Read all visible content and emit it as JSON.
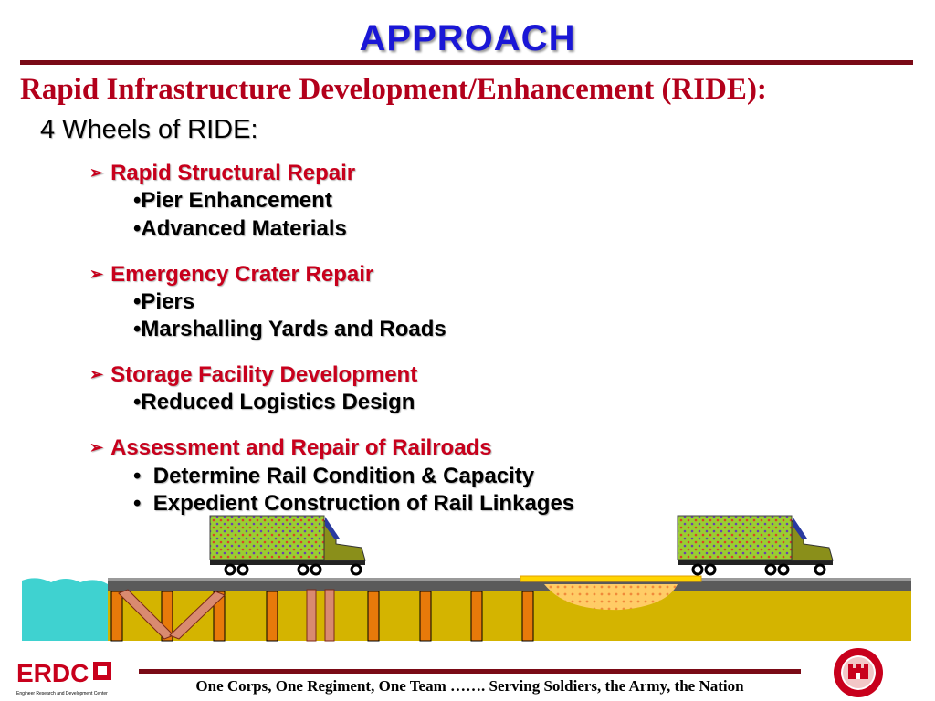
{
  "title": "APPROACH",
  "subtitle": "Rapid Infrastructure Development/Enhancement  (RIDE):",
  "wheels_heading": "4 Wheels of RIDE:",
  "sections": [
    {
      "heading": "Rapid Structural Repair",
      "items": [
        "Pier Enhancement",
        "Advanced Materials"
      ]
    },
    {
      "heading": "Emergency Crater Repair",
      "items": [
        "Piers",
        "Marshalling Yards and Roads"
      ]
    },
    {
      "heading": "Storage Facility Development",
      "items": [
        "Reduced Logistics Design"
      ]
    },
    {
      "heading": "Assessment and Repair of Railroads",
      "items": [
        "Determine Rail Condition & Capacity",
        "Expedient Construction of Rail Linkages"
      ]
    }
  ],
  "bullets": {
    "dot": "•",
    "arrow": "➢"
  },
  "footer": "One Corps, One Regiment, One Team  …….  Serving Soldiers, the Army, the Nation",
  "logo": {
    "name": "ERDC",
    "tagline": "Engineer Research and Development Center"
  },
  "colors": {
    "title": "#1a17d6",
    "subtitle": "#b3001b",
    "heading": "#c8001c",
    "rule": "#7a0a16",
    "water": "#3fd2d0",
    "ground": "#d4b400",
    "truck_cargo": "#9acd32",
    "truck_cab": "#8a8f1a"
  }
}
